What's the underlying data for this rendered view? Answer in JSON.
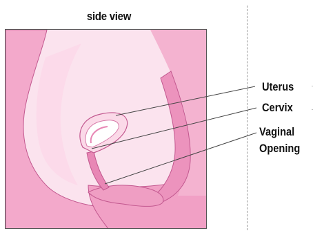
{
  "diagram": {
    "title": "side view",
    "labels": {
      "uterus": "Uterus",
      "cervix": "Cervix",
      "vaginal_opening_line1": "Vaginal",
      "vaginal_opening_line2": "Opening"
    }
  },
  "colors": {
    "background": "#fbe3ee",
    "skin": "#f3a9cb",
    "skin_dark": "#e887b5",
    "skin_light": "#fcd7e8",
    "outline": "#c2588f",
    "leader_line": "#444444"
  }
}
